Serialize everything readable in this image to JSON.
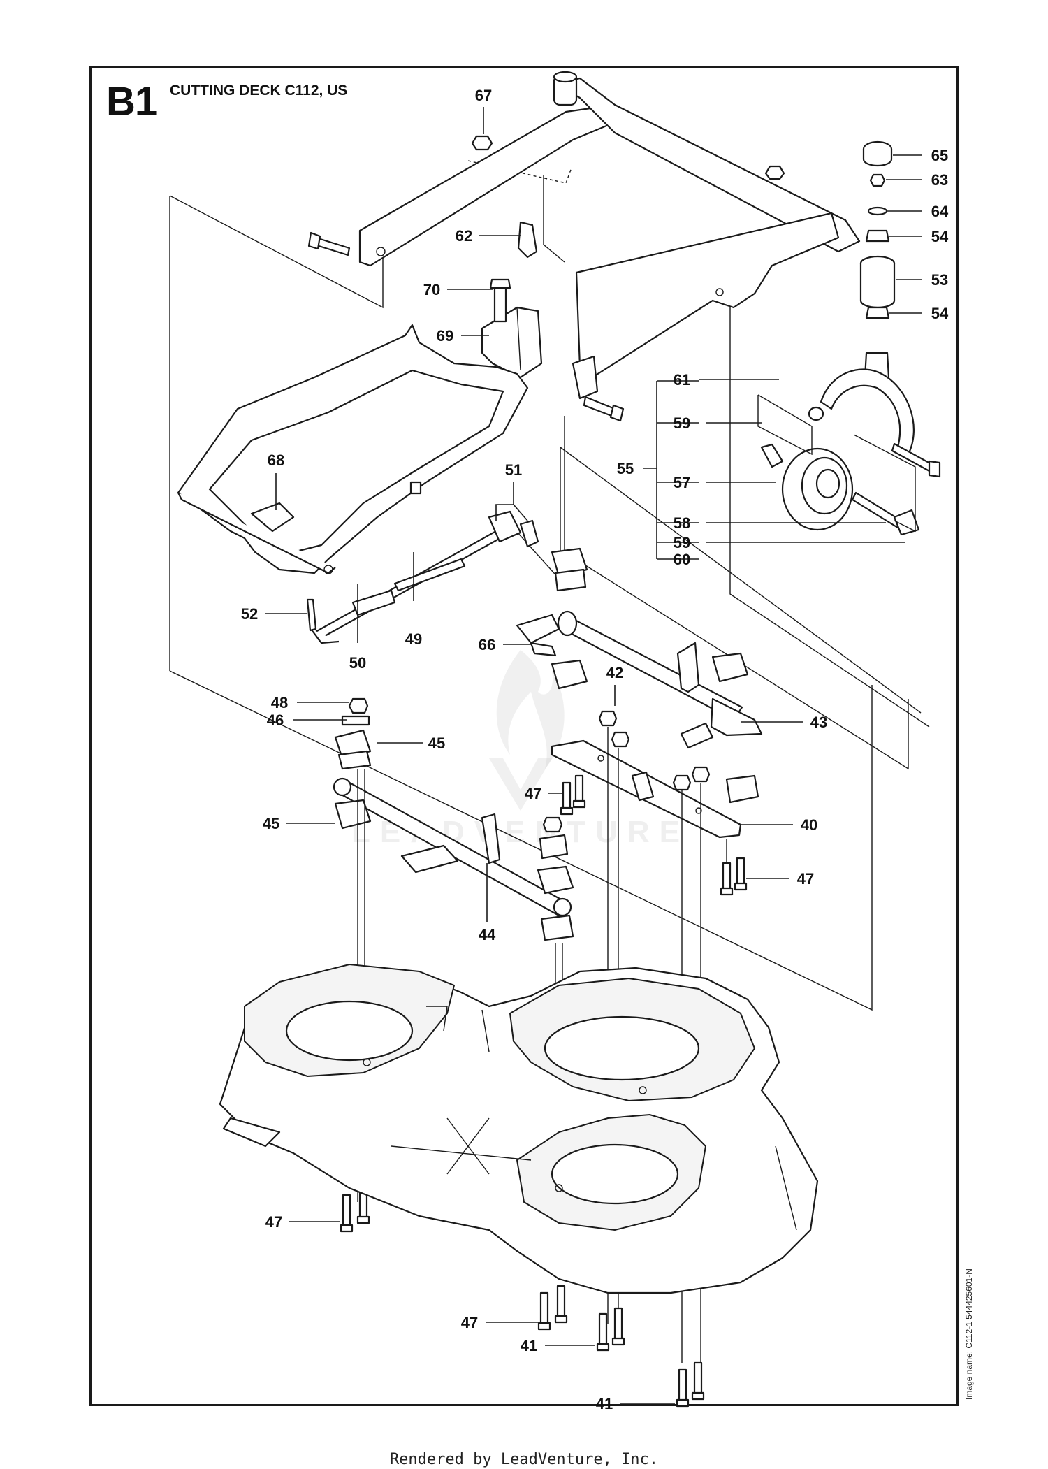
{
  "sheet": {
    "code": "B1",
    "title": "CUTTING DECK C112, US",
    "image_name": "Image name: C112-1 544425601-N"
  },
  "footer": {
    "credit": "Rendered by LeadVenture, Inc."
  },
  "watermark": {
    "text": "LEADVENTURE"
  },
  "callouts": [
    "67",
    "65",
    "63",
    "64",
    "54",
    "62",
    "53",
    "70",
    "54",
    "69",
    "61",
    "68",
    "59",
    "51",
    "55",
    "57",
    "58",
    "59",
    "60",
    "52",
    "49",
    "50",
    "66",
    "42",
    "48",
    "46",
    "45",
    "43",
    "47",
    "45",
    "40",
    "47",
    "44",
    "47",
    "47",
    "41",
    "41"
  ]
}
